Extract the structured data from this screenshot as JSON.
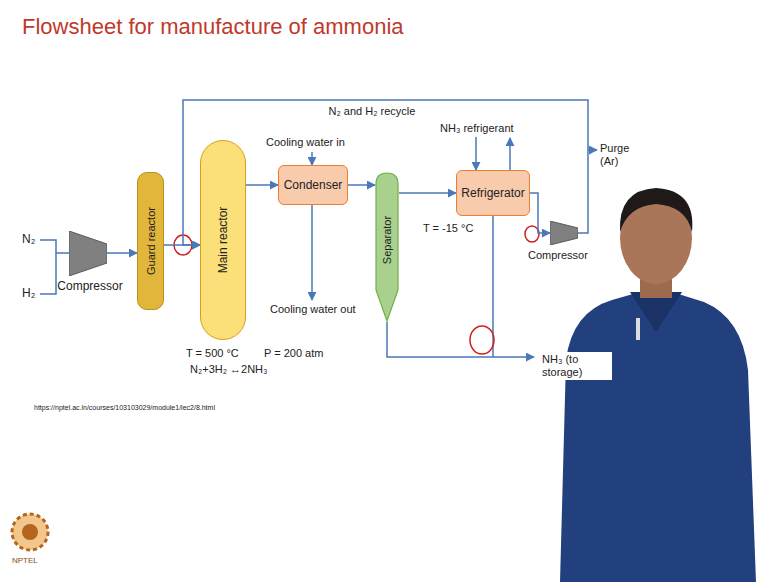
{
  "diagram": {
    "title": "Flowsheet for manufacture of ammonia",
    "nodes": [
      {
        "text": [
          "Compressor"
        ]
      },
      {
        "text": [
          "Guard reactor"
        ]
      },
      {
        "text": [
          "Main reactor"
        ]
      },
      {
        "text": [
          "Condenser"
        ]
      },
      {
        "text": [
          "Separator"
        ]
      },
      {
        "text": [
          "Refrigerator"
        ]
      },
      {
        "text": [
          "Compressor"
        ]
      }
    ],
    "edges": [
      {
        "from": 0,
        "to": 1,
        "arrow": "to"
      },
      {
        "from": 1,
        "to": 2,
        "arrow": "to"
      },
      {
        "from": 2,
        "to": 3,
        "arrow": "to"
      },
      {
        "from": 3,
        "to": 4,
        "arrow": "to"
      },
      {
        "from": 4,
        "to": 5,
        "arrow": "to"
      },
      {
        "from": 5,
        "to": 6,
        "arrow": "to"
      },
      {
        "from": 6,
        "to": 2,
        "label": "N₂ and H₂ recycle",
        "arrow": "to"
      }
    ],
    "labels": [
      "N₂",
      "H₂",
      "Cooling water in",
      "Cooling water out",
      "NH₃ refrigerant",
      "T = -15 °C",
      "Purge (Ar)",
      "NH₃ (to storage)",
      "T = 500 °C",
      "P = 200 atm",
      "N₂+3H₂ ↔2NH₃",
      "https://nptel.ac.in/courses/103103029/module1/lec2/8.html",
      "NPTEL"
    ]
  }
}
